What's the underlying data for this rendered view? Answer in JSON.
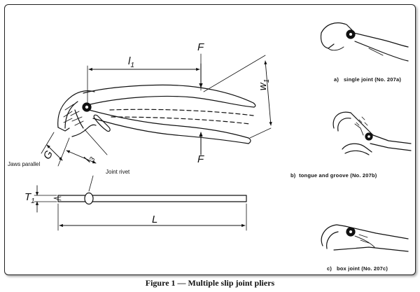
{
  "figure": {
    "caption": "Figure 1 — Multiple slip joint pliers",
    "labels": {
      "l1_symbol": "l",
      "l1_subscript": "1",
      "force_top": "F",
      "force_bottom": "F",
      "w1_symbol": "w",
      "w1_subscript": "1",
      "g_symbol": "G",
      "l3_symbol": "l",
      "l3_subscript": "3",
      "jaws_parallel": "Jaws parallel",
      "joint_rivet": "Joint rivet",
      "t1_symbol": "T",
      "t1_subscript": "1",
      "overall_length": "L"
    },
    "joint_types": [
      {
        "letter": "a)",
        "label": "single joint (No. 207a)"
      },
      {
        "letter": "b)",
        "label": "tongue and groove (No. 207b)"
      },
      {
        "letter": "c)",
        "label": "box joint (No. 207c)"
      }
    ]
  }
}
